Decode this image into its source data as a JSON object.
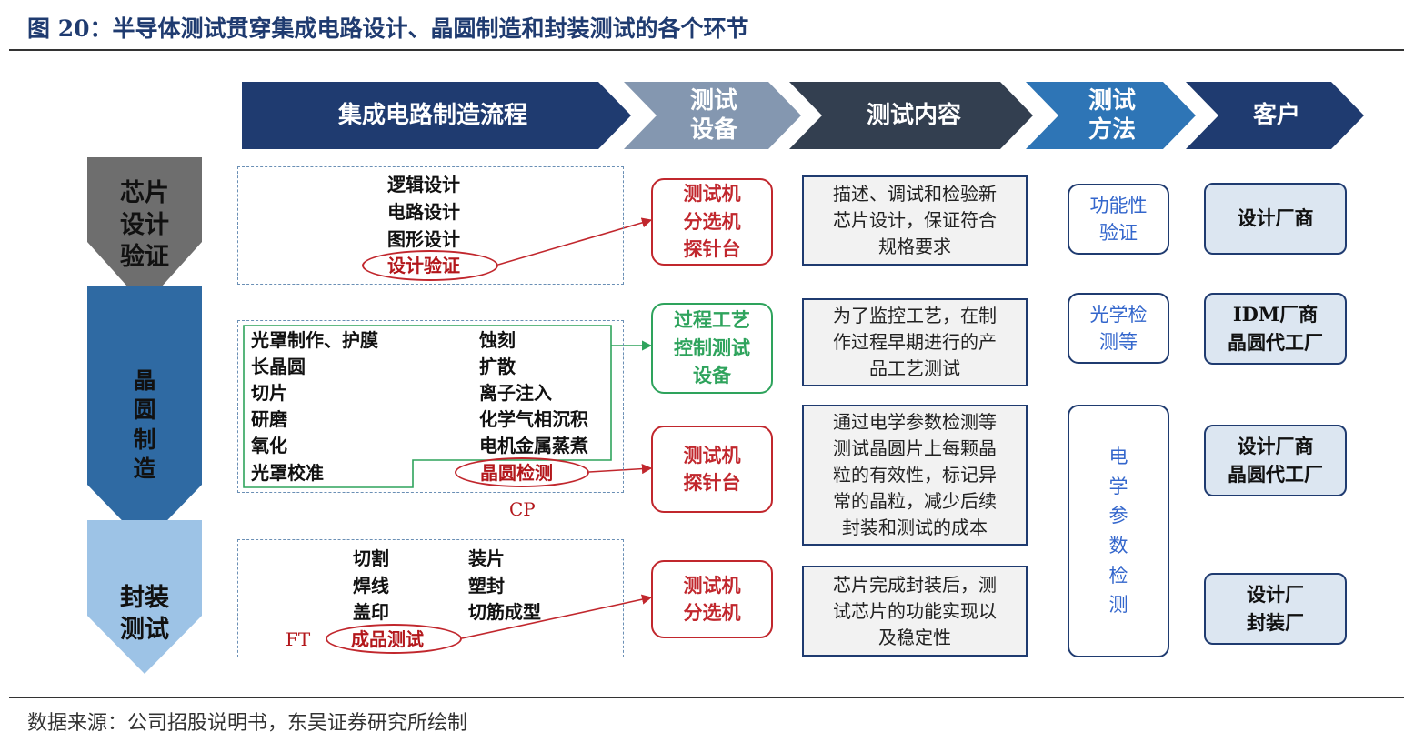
{
  "title": "图 20：半导体测试贯穿集成电路设计、晶圆制造和封装测试的各个环节",
  "source": "数据来源：公司招股说明书，东吴证券研究所绘制",
  "headers": {
    "flow": "集成电路制造流程",
    "equipment": "测试\n设备",
    "content": "测试内容",
    "method": "测试\n方法",
    "customer": "客户"
  },
  "stages": {
    "design": "芯片\n设计\n验证",
    "wafer": "晶\n圆\n制\n造",
    "package": "封装\n测试"
  },
  "design_steps": [
    "逻辑设计",
    "电路设计",
    "图形设计"
  ],
  "design_highlight": "设计验证",
  "wafer_steps_left": [
    "光罩制作、护膜",
    "长晶圆",
    "切片",
    "研磨",
    "氧化",
    "光罩校准"
  ],
  "wafer_steps_right": [
    "蚀刻",
    "扩散",
    "离子注入",
    "化学气相沉积",
    "电机金属蒸煮"
  ],
  "wafer_highlight": "晶圆检测",
  "cp_label": "CP",
  "package_steps_left": [
    "切割",
    "焊线",
    "盖印"
  ],
  "package_steps_right": [
    "装片",
    "塑封",
    "切筋成型"
  ],
  "package_highlight": "成品测试",
  "ft_label": "FT",
  "equipment": {
    "design": "测试机\n分选机\n探针台",
    "process": "过程工艺\n控制测试\n设备",
    "wafer": "测试机\n探针台",
    "package": "测试机\n分选机"
  },
  "contents": {
    "design": "描述、调试和检验新\n芯片设计，保证符合\n规格要求",
    "process": "为了监控工艺，在制\n作过程早期进行的产\n品工艺测试",
    "wafer": "通过电学参数检测等\n测试晶圆片上每颗晶\n粒的有效性，标记异\n常的晶粒，减少后续\n封装和测试的成本",
    "package": "芯片完成封装后，测\n试芯片的功能实现以\n及稳定性"
  },
  "methods": {
    "functional": "功能性\n验证",
    "optical": "光学检\n测等",
    "electrical": "电\n学\n参\n数\n检\n测"
  },
  "customers": {
    "design": "设计厂商",
    "process": "IDM厂商\n晶圆代工厂",
    "wafer": "设计厂商\n晶圆代工厂",
    "package": "设计厂\n封装厂"
  },
  "colors": {
    "header_dark_blue": "#1f3b70",
    "header_light": "#8497b0",
    "header_dark": "#333f50",
    "header_mid": "#2e75b6",
    "stage_gray": "#6e6e6e",
    "stage_blue": "#2f6aa3",
    "stage_light": "#9dc3e6",
    "highlight_red": "#c1272d",
    "process_green": "#2ea35c"
  }
}
